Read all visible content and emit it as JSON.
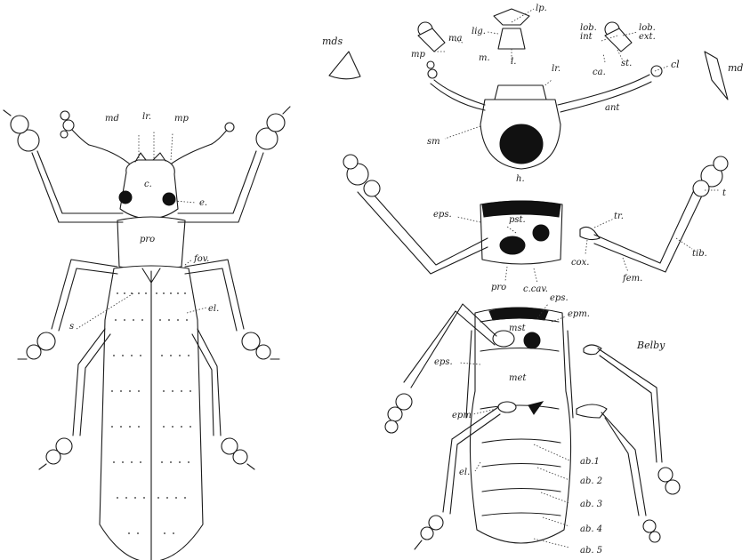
{
  "figure": {
    "ink_color": "#1a1a1a",
    "paper_color": "#ffffff",
    "labels": {
      "dorsal": {
        "md": "md",
        "lr": "lr.",
        "mp": "mp",
        "c": "c.",
        "e": "e.",
        "pro": "pro",
        "fov": "fov.",
        "s": "s",
        "el": "el."
      },
      "mouthparts": {
        "mds_left": "mds",
        "md_right": "md",
        "lp": "lp.",
        "lig": "lig.",
        "m": "m.",
        "l": "l.",
        "mp": "mp",
        "ma": "ma",
        "lob_int": "lob.\nint.",
        "lob_ext": "lob.\next.",
        "st": "st.",
        "ca": "ca.",
        "lr": "lr.",
        "cl": "cl",
        "ant": "ant",
        "sm": "sm",
        "h": "h."
      },
      "prosternum": {
        "eps": "eps.",
        "pst": "pst.",
        "pro": "pro",
        "c_cav": "c.cav.",
        "tr": "tr.",
        "t": "t",
        "tib": "tib.",
        "cox": "cox.",
        "fem": "fem."
      },
      "ventral": {
        "eps_top": "eps.",
        "epm_top": "epm.",
        "mst": "mst",
        "eps": "eps.",
        "met": "met",
        "epm": "epm",
        "el": "el.",
        "ab1": "ab.1",
        "ab2": "ab. 2",
        "ab3": "ab. 3",
        "ab4": "ab. 4",
        "ab5": "ab. 5"
      }
    },
    "signature": "Belby"
  }
}
